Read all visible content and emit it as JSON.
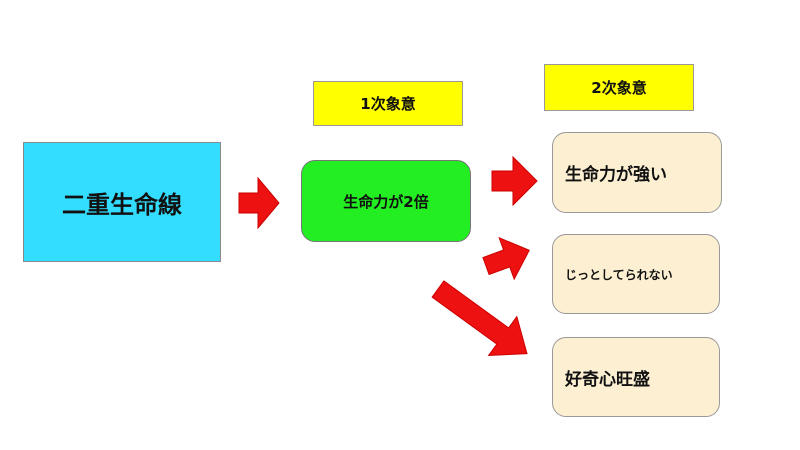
{
  "headers": {
    "primary": "1次象意",
    "secondary": "2次象意"
  },
  "main": "二重生命線",
  "primary_meaning": "生命力が2倍",
  "secondary_meanings": [
    "生命力が強い",
    "じっとしてられない",
    "好奇心旺盛"
  ],
  "colors": {
    "header": "#ffff00",
    "main": "#33ddff",
    "primary": "#22ee22",
    "secondary": "#fdf0d2",
    "arrow": "#ee1111"
  }
}
